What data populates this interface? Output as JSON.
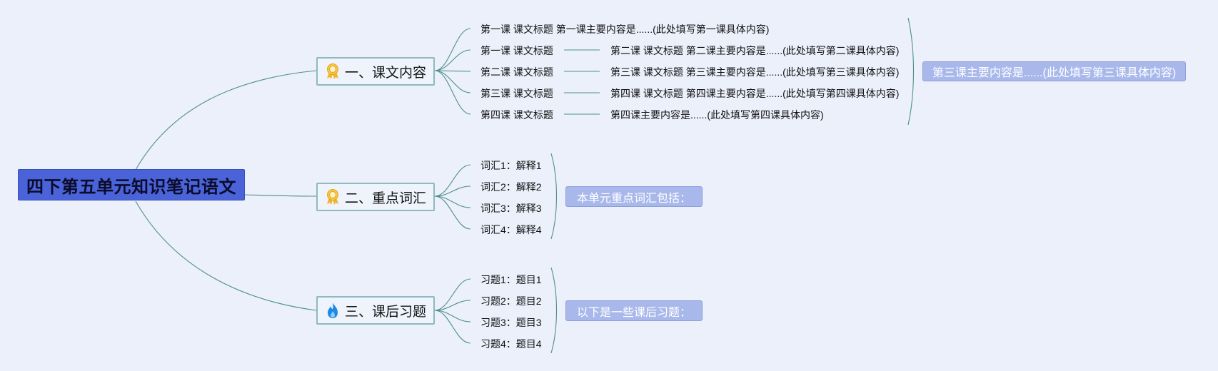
{
  "root": {
    "title": "四下第五单元知识笔记语文"
  },
  "branches": [
    {
      "title": "一、课文内容",
      "icon": "award-ribbon-icon",
      "children": [
        "第一课 课文标题 第一课主要内容是......(此处填写第一课具体内容)",
        "第一课 课文标题",
        "第二课 课文标题",
        "第三课 课文标题",
        "第四课 课文标题"
      ],
      "details": [
        "第二课 课文标题 第二课主要内容是......(此处填写第二课具体内容)",
        "第三课 课文标题 第三课主要内容是......(此处填写第三课具体内容)",
        "第四课 课文标题 第四课主要内容是......(此处填写第四课具体内容)",
        "第四课主要内容是......(此处填写第四课具体内容)"
      ],
      "summary": "第三课主要内容是......(此处填写第三课具体内容)"
    },
    {
      "title": "二、重点词汇",
      "icon": "award-ribbon-icon",
      "children": [
        "词汇1：解释1",
        "词汇2：解释2",
        "词汇3：解释3",
        "词汇4：解释4"
      ],
      "summary": "本单元重点词汇包括："
    },
    {
      "title": "三、课后习题",
      "icon": "flame-icon",
      "children": [
        "习题1：题目1",
        "习题2：题目2",
        "习题3：题目3",
        "习题4：题目4"
      ],
      "summary": "以下是一些课后习题："
    }
  ],
  "colors": {
    "background": "#ebf0fb",
    "root_fill": "#4a63d8",
    "branch_border": "#8fb8bf",
    "connector": "#4f8f8a",
    "summary_fill": "#a9b8eb",
    "award_icon": "#f0b429",
    "flame_icon": "#1e88e5"
  }
}
